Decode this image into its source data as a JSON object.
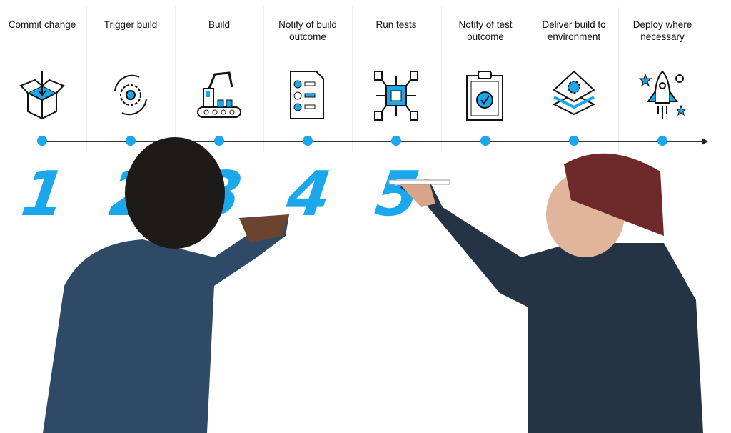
{
  "steps": [
    {
      "label": "Commit change",
      "icon": "open-box-icon",
      "number": "1"
    },
    {
      "label": "Trigger build",
      "icon": "gear-cycle-icon",
      "number": "2"
    },
    {
      "label": "Build",
      "icon": "robot-arm-conveyor-icon",
      "number": "3"
    },
    {
      "label": "Notify of build outcome",
      "icon": "checklist-icon",
      "number": "4"
    },
    {
      "label": "Run tests",
      "icon": "chip-circuit-icon",
      "number": "5"
    },
    {
      "label": "Notify of test outcome",
      "icon": "clipboard-check-icon"
    },
    {
      "label": "Deliver build to environment",
      "icon": "layers-gear-icon"
    },
    {
      "label": "Deploy where necessary",
      "icon": "rocket-icon"
    }
  ],
  "colors": {
    "accent": "#1aa7ec",
    "line": "#333333",
    "shirt": "#2f4a66"
  }
}
